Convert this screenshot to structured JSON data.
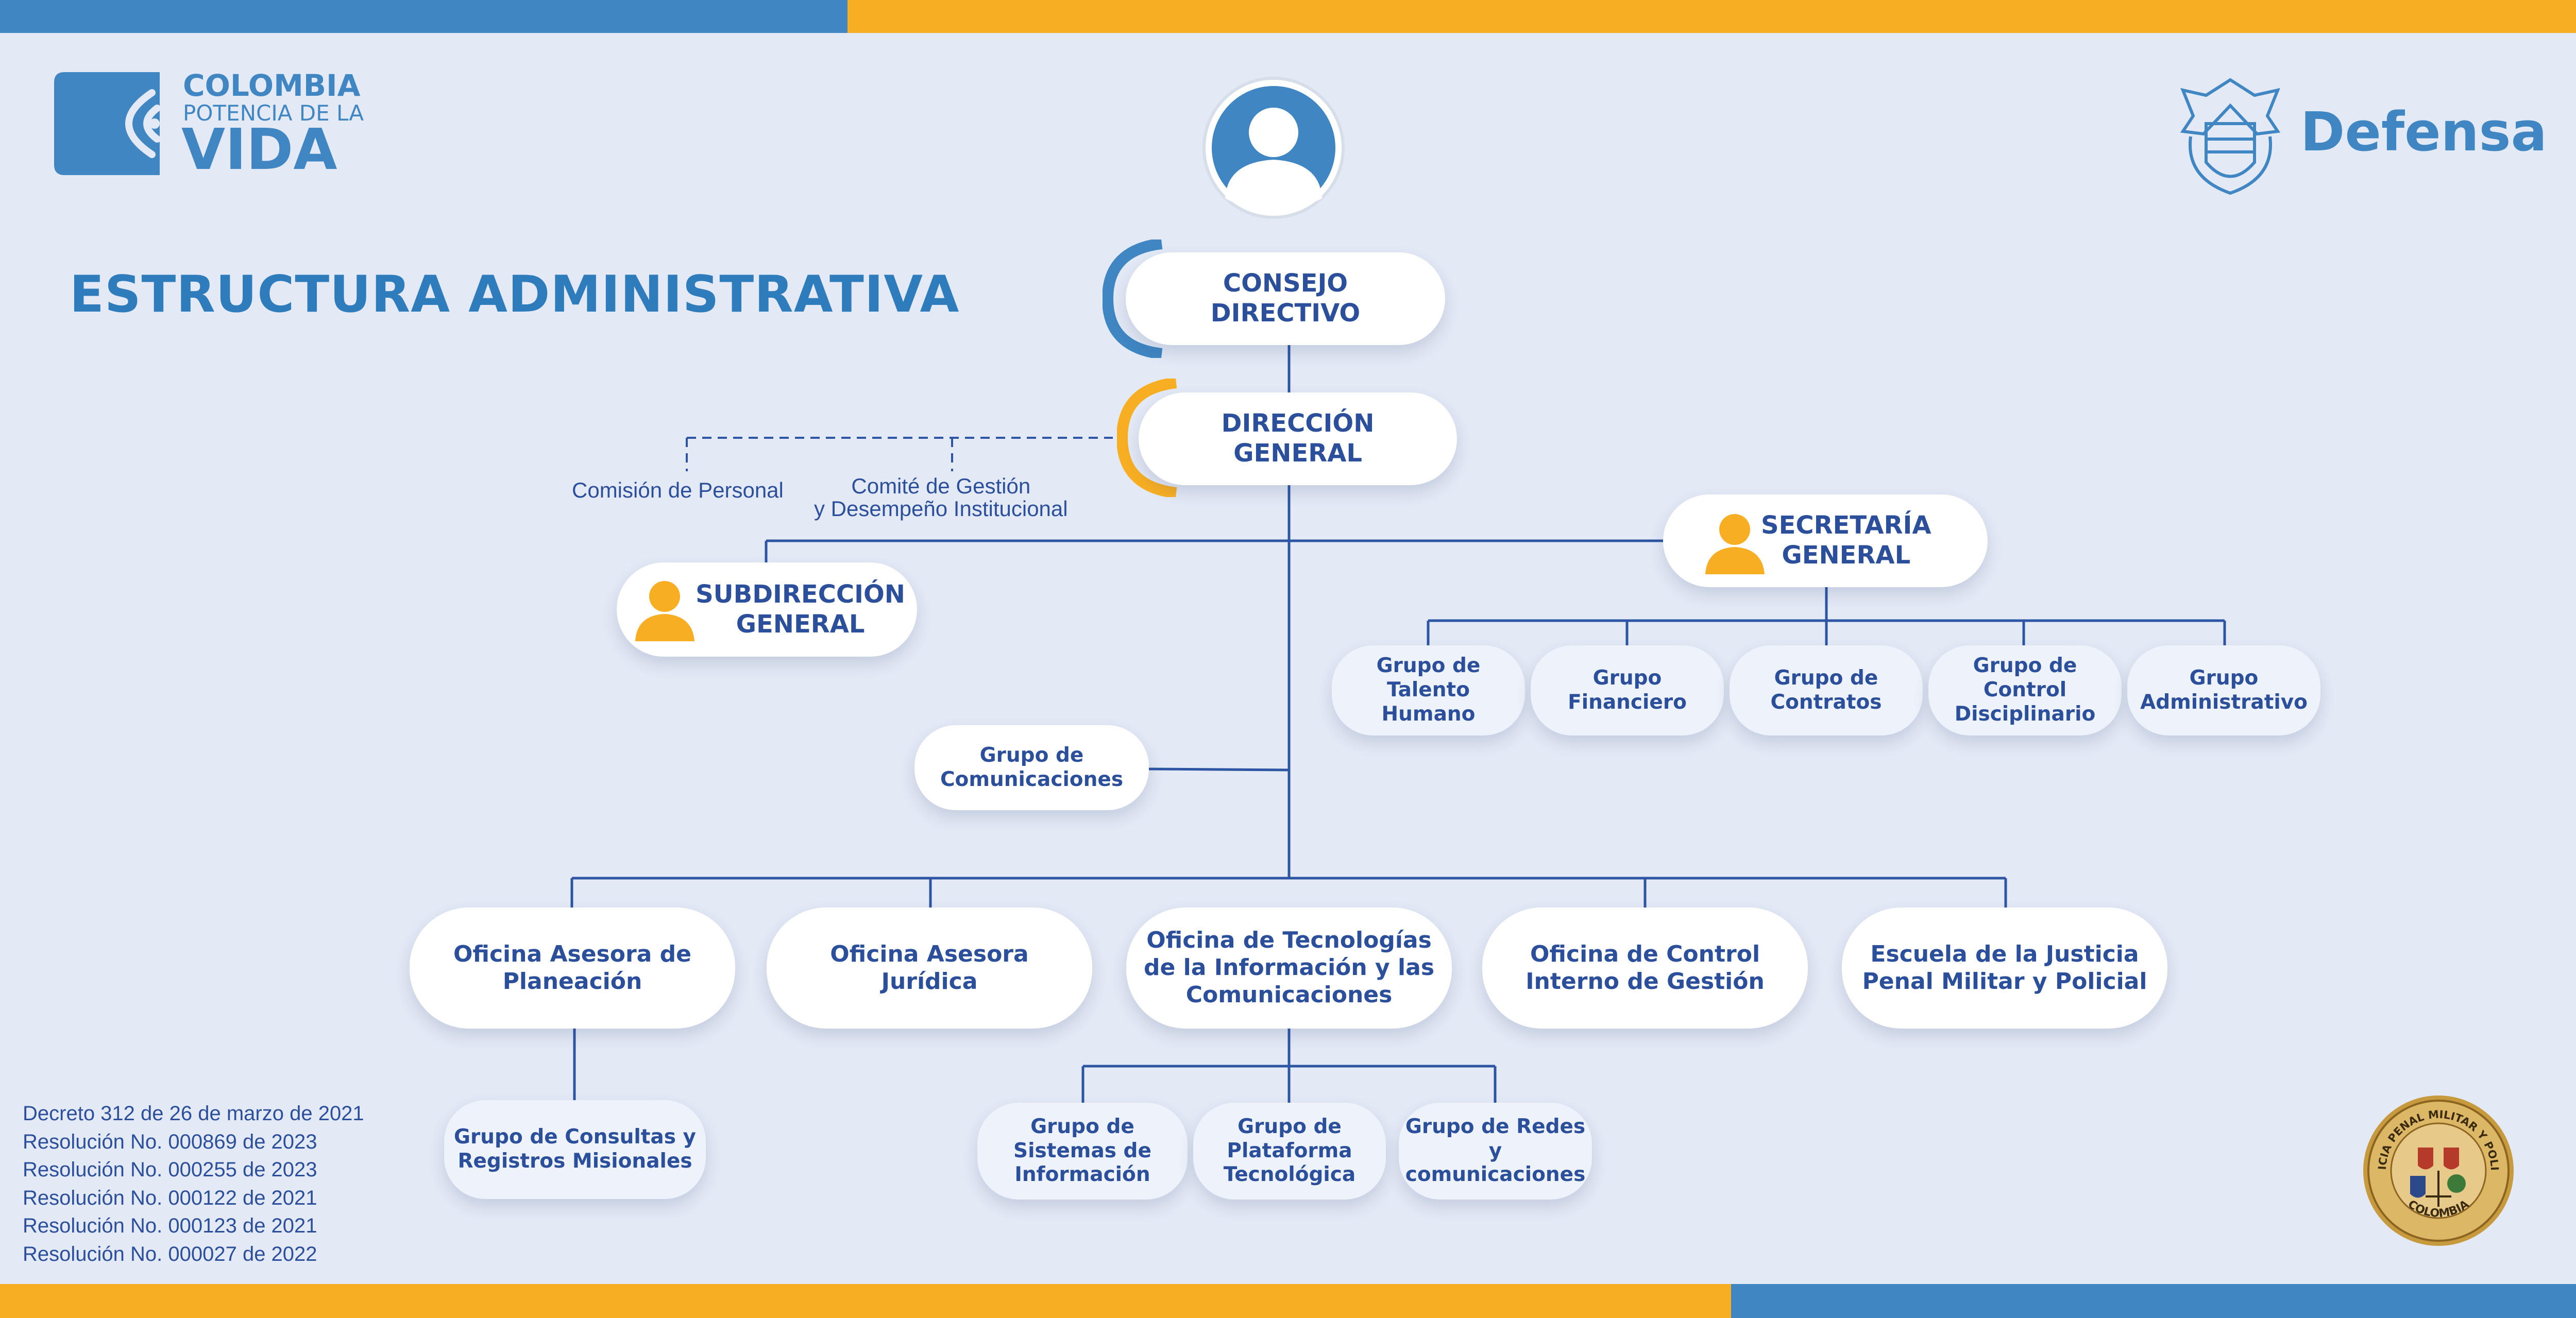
{
  "header": {
    "brand": {
      "line1": "COLOMBIA",
      "line2": "POTENCIA DE LA",
      "line3": "VIDA"
    },
    "ministry": "Defensa"
  },
  "title": "ESTRUCTURA ADMINISTRATIVA",
  "org": {
    "consejo": "CONSEJO\nDIRECTIVO",
    "direccion": "DIRECCIÓN\nGENERAL",
    "comision": "Comisión de Personal",
    "comite": "Comité de Gestión\ny Desempeño Institucional",
    "secretaria": "SECRETARÍA\nGENERAL",
    "subdireccion": "SUBDIRECCIÓN\nGENERAL",
    "comunicaciones": "Grupo de\nComunicaciones",
    "secretaria_groups": [
      "Grupo de Talento\nHumano",
      "Grupo\nFinanciero",
      "Grupo de\nContratos",
      "Grupo de Control\nDisciplinario",
      "Grupo\nAdministrativo"
    ],
    "offices": [
      "Oficina Asesora de\nPlaneación",
      "Oficina Asesora\nJurídica",
      "Oficina de Tecnologías\nde la Información y las\nComunicaciones",
      "Oficina de Control\nInterno de Gestión",
      "Escuela de la Justicia\nPenal Militar y Policial"
    ],
    "planeacion_group": "Grupo de Consultas y\nRegistros Misionales",
    "tic_groups": [
      "Grupo de\nSistemas de\nInformación",
      "Grupo de\nPlataforma\nTecnológica",
      "Grupo de Redes\ny comunicaciones"
    ]
  },
  "legal": [
    "Decreto 312 de 26 de marzo de 2021",
    "Resolución No. 000869 de 2023",
    "Resolución No. 000255 de 2023",
    "Resolución No. 000122 de 2021",
    "Resolución No. 000123 de 2021",
    "Resolución No. 000027 de 2022"
  ],
  "seal": {
    "top": "JUSTICIA PENAL MILITAR Y POLICIAL",
    "bottom": "COLOMBIA"
  },
  "colors": {
    "background": "#e3e9f5",
    "blue": "#3f86c3",
    "navy": "#2b4f9b",
    "yellow": "#f8ae22",
    "line": "#2e55a4",
    "box_fill": "#ffffff",
    "small_fill": "#eef2fa"
  },
  "icons": [
    "brand-wave-icon",
    "person-avatar-icon",
    "coat-of-arms-icon",
    "jpm-seal-icon",
    "person-icon"
  ]
}
